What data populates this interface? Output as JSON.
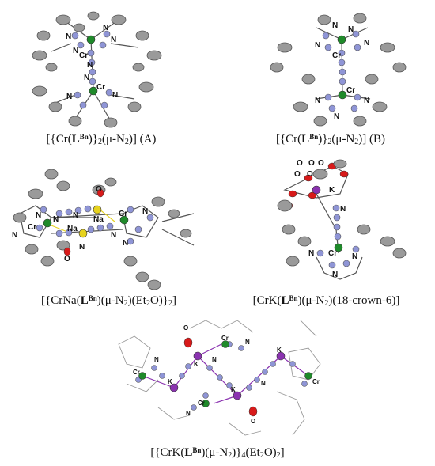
{
  "labels": {
    "n": "N",
    "cr": "Cr",
    "na": "Na",
    "k": "K",
    "o": "O"
  },
  "captions": {
    "a": {
      "pre": "[{Cr(",
      "ligand": "L",
      "ligand_sup": "Bn",
      "post": ")}",
      "s1": "2",
      "mid": "(μ-N",
      "s2": "2",
      "tail": ")] (A)"
    },
    "b": {
      "pre": "[{Cr(",
      "ligand": "L",
      "ligand_sup": "Bn",
      "post": ")}",
      "s1": "2",
      "mid": "(μ-N",
      "s2": "2",
      "tail": ")] (B)"
    },
    "c": {
      "pre": "[{CrNa(",
      "ligand": "L",
      "ligand_sup": "Bn",
      "post": ")(μ-N",
      "s1": "2",
      "mid": ")(Et",
      "s2": "2",
      "tail": "O)}",
      "s3": "2",
      "end": "]"
    },
    "d": {
      "pre": "[CrK(",
      "ligand": "L",
      "ligand_sup": "Bn",
      "post": ")(μ-N",
      "s1": "2",
      "tail": ")(18-crown-6)]"
    },
    "e": {
      "pre": "[{CrK(",
      "ligand": "L",
      "ligand_sup": "Bn",
      "post": ")(μ-N",
      "s1": "2",
      "mid": ")}",
      "s2": "4",
      "mid2": "(Et",
      "s3": "2",
      "tail": "O)",
      "s4": "2",
      "end": "]"
    }
  },
  "colors": {
    "nitrogen": "#8f95d6",
    "chromium": "#1f8a2a",
    "sodium": "#e6d21e",
    "potassium": "#8a32b0",
    "oxygen": "#d81a1a",
    "carbon": "#9a9a9a",
    "bond": "#555555"
  }
}
